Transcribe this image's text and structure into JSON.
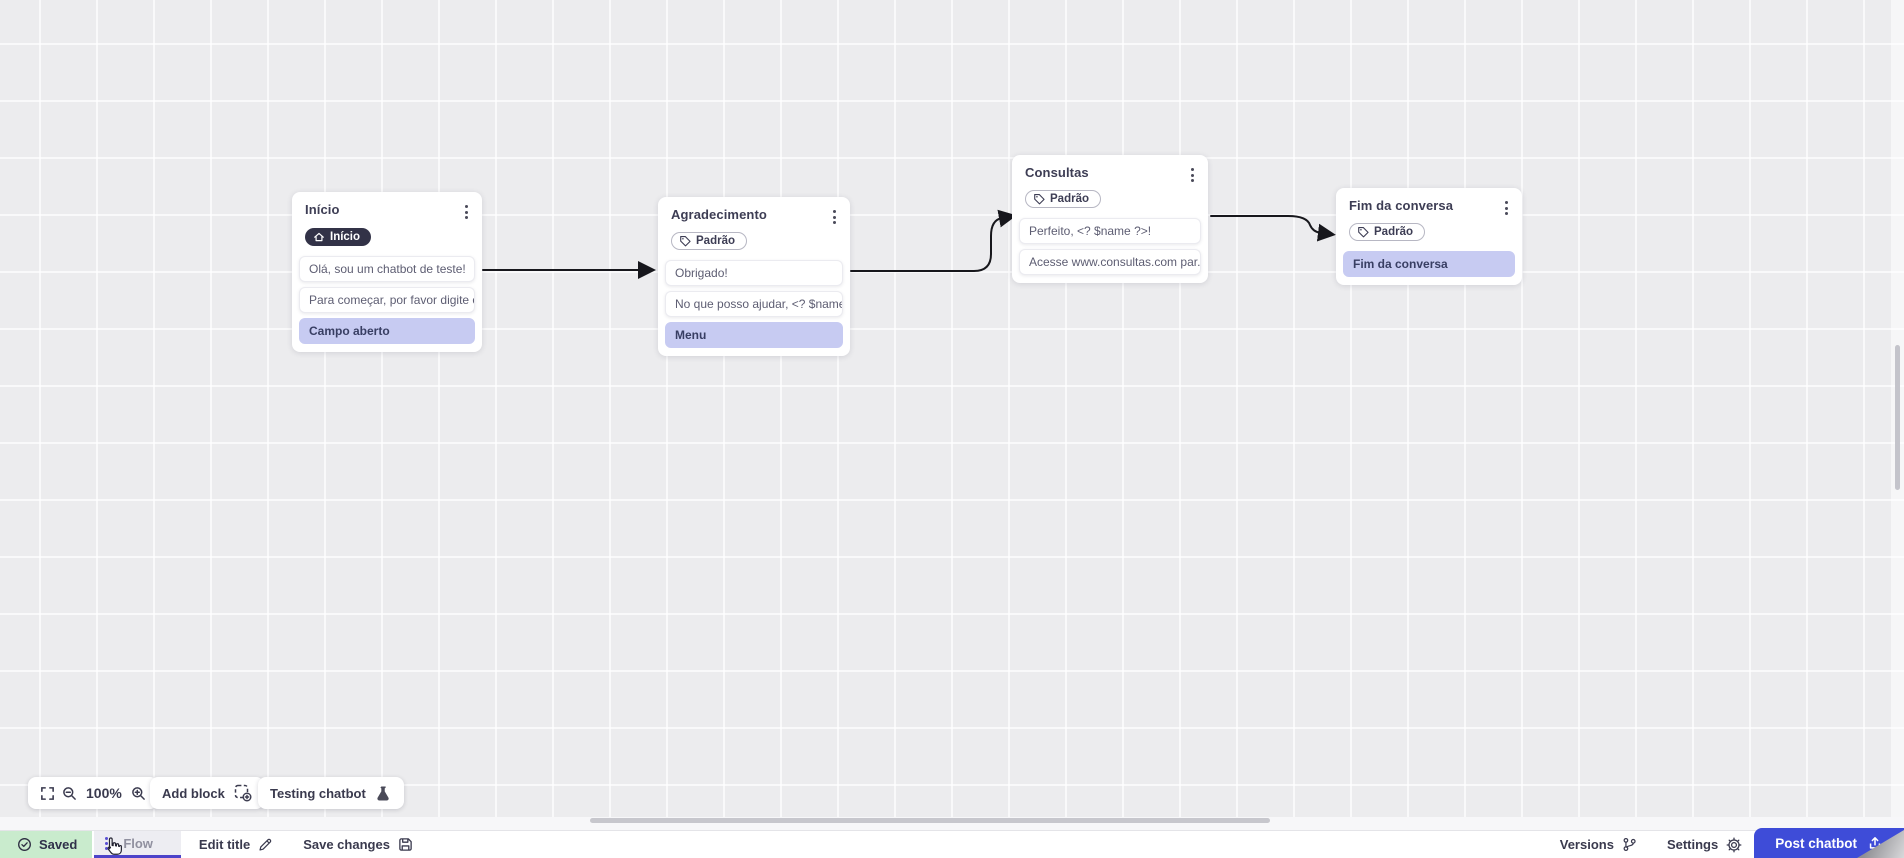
{
  "canvas": {
    "nodes": [
      {
        "title": "Início",
        "badge": "Início",
        "rows": [
          "Olá, sou um chatbot de teste!",
          "Para começar, por favor digite o ...",
          "Campo aberto"
        ]
      },
      {
        "title": "Agradecimento",
        "tag": "Padrão",
        "rows": [
          "Obrigado!",
          "No que posso ajudar, <? $name ...",
          "Menu"
        ]
      },
      {
        "title": "Consultas",
        "tag": "Padrão",
        "rows": [
          "Perfeito, <? $name ?>!",
          "Acesse www.consultas.com par..."
        ]
      },
      {
        "title": "Fim da conversa",
        "tag": "Padrão",
        "rows": [
          "Fim da conversa"
        ]
      }
    ]
  },
  "toolbar": {
    "zoom_level": "100%",
    "add_block": "Add block",
    "testing_chatbot": "Testing chatbot"
  },
  "bottom_bar": {
    "saved": "Saved",
    "flow_tab": "Flow",
    "edit_title": "Edit title",
    "save_changes": "Save changes",
    "versions": "Versions",
    "settings": "Settings",
    "post_chatbot": "Post chatbot"
  },
  "icons": {
    "node_menu": "kebab-menu-icon",
    "badge": "home-icon",
    "tag": "tag-icon",
    "zoom_pill": [
      "fit-screen-icon",
      "zoom-out-icon",
      "zoom-in-icon"
    ],
    "add_block": "add-block-icon",
    "testing": "flask-icon",
    "saved": "check-circle-icon",
    "flow": "vertical-dots-icon",
    "edit_title": "pencil-icon",
    "save_changes": "floppy-icon",
    "versions": "git-branch-icon",
    "settings": "gear-icon",
    "post": "upload-icon"
  },
  "colors": {
    "accent": "#3e4cd8",
    "tab_underline": "#4c43c9",
    "highlight_row": "#c7cbf2",
    "saved_bg": "#c9ebcd",
    "badge_dark": "#323247",
    "canvas_bg": "#ececee",
    "wire": "#17171c"
  }
}
